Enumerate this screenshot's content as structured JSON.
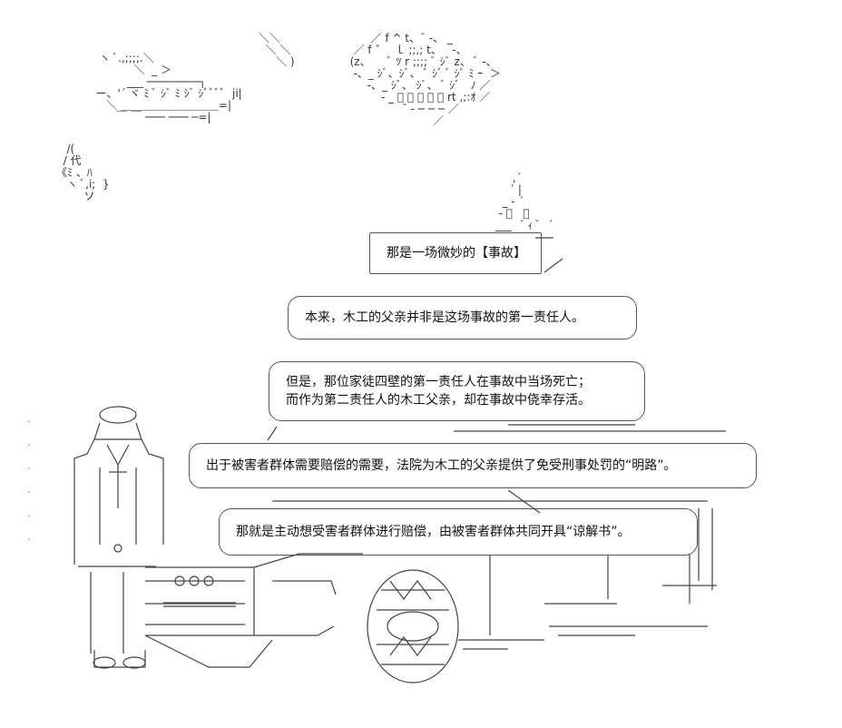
{
  "dialogue": [
    {
      "lines": [
        "那是一场微妙的【事故】"
      ]
    },
    {
      "lines": [
        "本来，木工的父亲并非是这场事故的第一责任人。"
      ]
    },
    {
      "lines": [
        "但是，那位家徒四壁的第一责任人在事故中当场死亡；",
        "而作为第二责任人的木工父亲，却在事故中侥幸存活。"
      ]
    },
    {
      "lines": [
        "出于被害者群体需要赔偿的需要，法院为木工的父亲提供了免受刑事处罚的“明路”。"
      ]
    },
    {
      "lines": [
        "那就是主动想受害者群体进行赔偿，由被害者群体共同开具“谅解书”。"
      ]
    }
  ],
  "art": {
    "top_left": "   ヽ ﾞ.,;;;;.＼\n             ＼  _ ＞\n           ___ ────────┐\n  ー、'´ ヾ ﾐ ﾞ ｼﾞ ﾐ ｼﾞ ｼﾞﾞﾞﾞ  ji|\n     ＼ ＿＿＿＿＿＿＿＿＿=|\n        ￣ ￣ ─── ─── ─=|",
    "top_mid": "＼＼\n  ＼ ＼\n     ＼ )",
    "top_right": "        ／ f ^ t、¯ -、 _\n   ／ f ˇ    ｌ ;;,; t、   ‐、\n  (z、     ﾞ ﾂ r ;;;; ﾞ ｼﾞ z、 ﾞ ‐、\n   ‐、_ ｼﾞ、ｼﾞ、 ﾞ ｼﾞ ﾞ ｼﾞ ﾐ ｰ  ＞\n       ‐、_ ｼﾞ、 ｼﾞ、 ﾞ ｼﾞ   ﾉ ／\n           ‐ _ ﾞ ﾞ ﾞ ﾟ ﾞ rt ,;:ｵ ／\n                 ¯ ‐ ─ ─ ─ ／\n                          ／",
    "left_small": "   /(\n  / 代\n《ﾐ 、ﾊ\n   ヽ ﾞ,i;  }\n        ソ",
    "right_small": "      ,´\n     ´ |\n   _ ‐ ´\n  ‐ ﾞ   ／\n ___  ´ ｨ ﾞ  ´",
    "ground": "─ ─ ─ ─ ─ ─ ─ ─ ─ ─ ─ ─ ─ ─ ─ ─"
  }
}
